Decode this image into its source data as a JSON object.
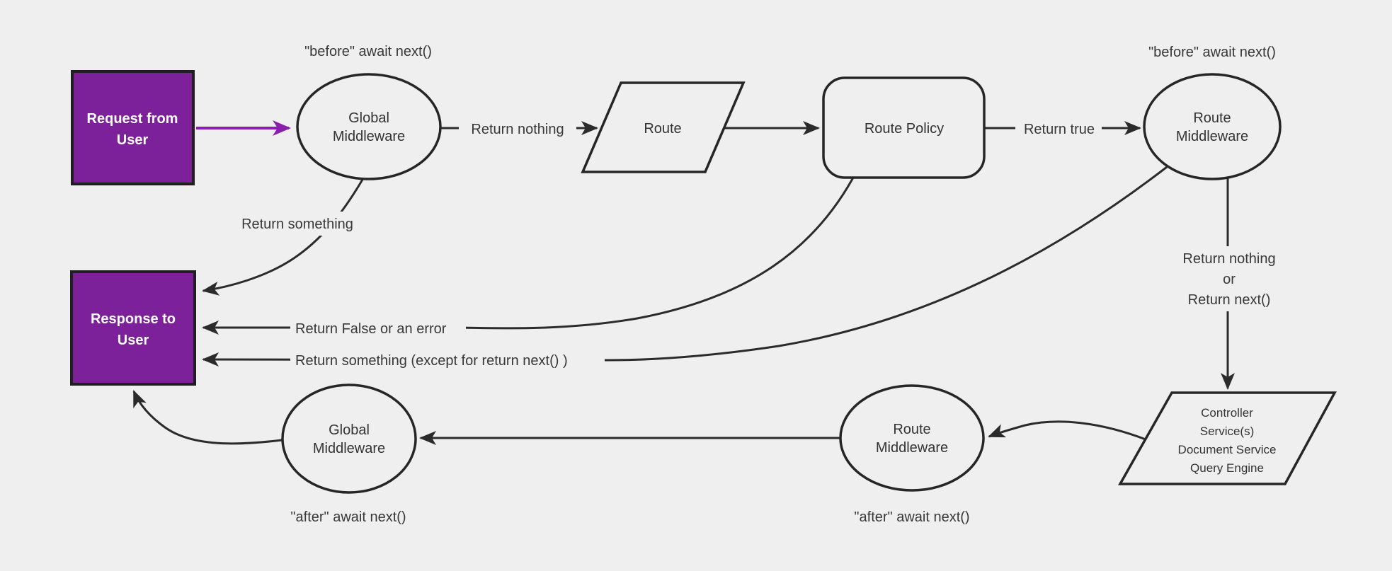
{
  "diagram": {
    "colors": {
      "background": "#efefef",
      "node_purple": "#7c2199",
      "purple_arrow": "#8b1fad",
      "line": "#2b2b2b",
      "text": "#333333",
      "node_text_white": "#ffffff"
    },
    "nodes": {
      "request": {
        "line1": "Request from",
        "line2": "User"
      },
      "global_middleware_top": {
        "line1": "Global",
        "line2": "Middleware"
      },
      "route": {
        "label": "Route"
      },
      "route_policy": {
        "label": "Route Policy"
      },
      "route_middleware_top": {
        "line1": "Route",
        "line2": "Middleware"
      },
      "controller": {
        "line1": "Controller",
        "line2": "Service(s)",
        "line3": "Document Service",
        "line4": "Query Engine"
      },
      "route_middleware_bottom": {
        "line1": "Route",
        "line2": "Middleware"
      },
      "global_middleware_bottom": {
        "line1": "Global",
        "line2": "Middleware"
      },
      "response": {
        "line1": "Response to",
        "line2": "User"
      }
    },
    "edge_labels": {
      "before_global": "\"before\" await next()",
      "return_nothing": "Return nothing",
      "return_true": "Return true",
      "before_route": "\"before\" await next()",
      "return_nothing_or_1": "Return nothing",
      "return_nothing_or_2": "or",
      "return_nothing_or_3": "Return next()",
      "return_something": "Return something",
      "return_false": "Return False or an error",
      "return_something_except": "Return something (except for return next() )",
      "after_route": "\"after\" await next()",
      "after_global": "\"after\" await next()"
    }
  }
}
